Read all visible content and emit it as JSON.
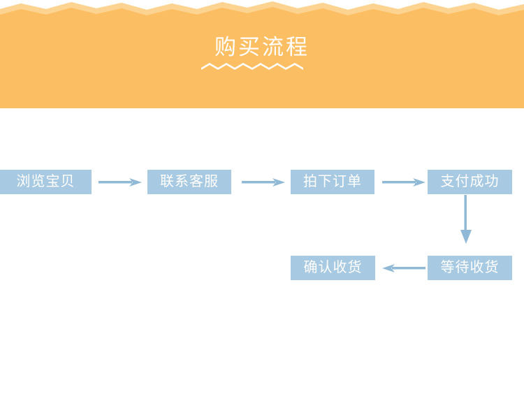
{
  "header": {
    "title": "购买流程",
    "background_color": "#fcbe62",
    "title_color": "#ffffff",
    "zigzag_edge": "torn-paper-top",
    "underline_decoration": "zigzag-wave"
  },
  "flowchart": {
    "type": "process-flow",
    "box_color": "#a8c9e2",
    "box_text_color": "#ffffff",
    "arrow_color": "#8fb9d6",
    "steps": [
      {
        "id": "step-1",
        "label": "浏览宝贝",
        "row": 1,
        "order": 1
      },
      {
        "id": "step-2",
        "label": "联系客服",
        "row": 1,
        "order": 2
      },
      {
        "id": "step-3",
        "label": "拍下订单",
        "row": 1,
        "order": 3
      },
      {
        "id": "step-4",
        "label": "支付成功",
        "row": 1,
        "order": 4
      },
      {
        "id": "step-5",
        "label": "等待收货",
        "row": 2,
        "order": 5
      },
      {
        "id": "step-6",
        "label": "确认收货",
        "row": 2,
        "order": 6
      }
    ],
    "connectors": [
      {
        "id": "arrow-1",
        "from": "step-1",
        "to": "step-2",
        "direction": "right"
      },
      {
        "id": "arrow-2",
        "from": "step-2",
        "to": "step-3",
        "direction": "right"
      },
      {
        "id": "arrow-3",
        "from": "step-3",
        "to": "step-4",
        "direction": "right"
      },
      {
        "id": "arrow-4",
        "from": "step-4",
        "to": "step-5",
        "direction": "down"
      },
      {
        "id": "arrow-5",
        "from": "step-5",
        "to": "step-6",
        "direction": "left"
      }
    ]
  }
}
